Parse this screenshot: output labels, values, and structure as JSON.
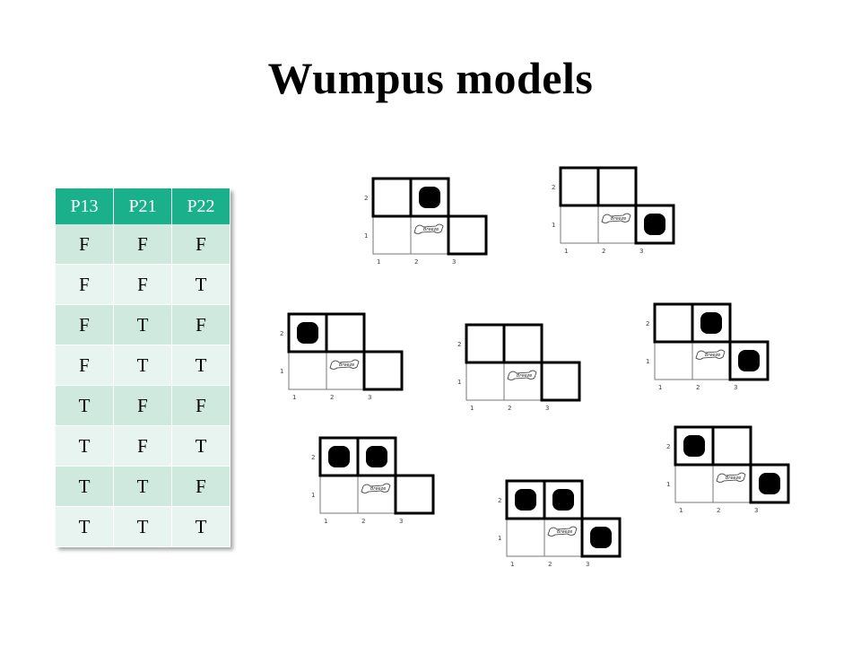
{
  "title": "Wumpus models",
  "table": {
    "headers": [
      "P13",
      "P21",
      "P22"
    ],
    "rows": [
      [
        "F",
        "F",
        "F"
      ],
      [
        "F",
        "F",
        "T"
      ],
      [
        "F",
        "T",
        "F"
      ],
      [
        "F",
        "T",
        "T"
      ],
      [
        "T",
        "F",
        "F"
      ],
      [
        "T",
        "F",
        "T"
      ],
      [
        "T",
        "T",
        "F"
      ],
      [
        "T",
        "T",
        "T"
      ]
    ]
  },
  "grid": {
    "row_labels": [
      "2",
      "1"
    ],
    "col_labels": [
      "1",
      "2",
      "3"
    ],
    "breeze_label": "Breeze"
  },
  "models": [
    {
      "pit_13": false,
      "pit_21": false,
      "pit_22": true
    },
    {
      "pit_13": true,
      "pit_21": false,
      "pit_22": false
    },
    {
      "pit_13": false,
      "pit_21": true,
      "pit_22": false
    },
    {
      "pit_13": false,
      "pit_21": false,
      "pit_22": false
    },
    {
      "pit_13": true,
      "pit_21": false,
      "pit_22": true
    },
    {
      "pit_13": false,
      "pit_21": true,
      "pit_22": true
    },
    {
      "pit_13": true,
      "pit_21": true,
      "pit_22": true
    },
    {
      "pit_13": true,
      "pit_21": true,
      "pit_22": false
    }
  ]
}
